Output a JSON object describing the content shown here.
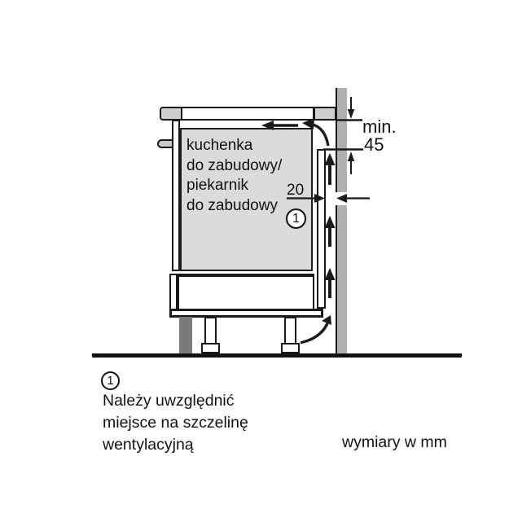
{
  "diagram": {
    "cabinet_label_lines": [
      "kuchenka",
      "do zabudowy/",
      "piekarnik",
      "do zabudowy"
    ],
    "gap_dimension": "20",
    "min_dimension_label": "min.",
    "min_dimension_value": "45",
    "callout_number": "1"
  },
  "legend": {
    "callout_number": "1",
    "note_lines": [
      "Należy uwzględnić",
      "miejsce na szczelinę",
      "wentylacyjną"
    ],
    "units_note": "wymiary w mm"
  },
  "colors": {
    "line": "#1a1a1a",
    "wall": "#b0b0b0",
    "worktop": "#cfcfcf",
    "oven-fill": "#dbdbdb",
    "handle": "#c9c9c9",
    "plinth": "#7a7a7a"
  }
}
